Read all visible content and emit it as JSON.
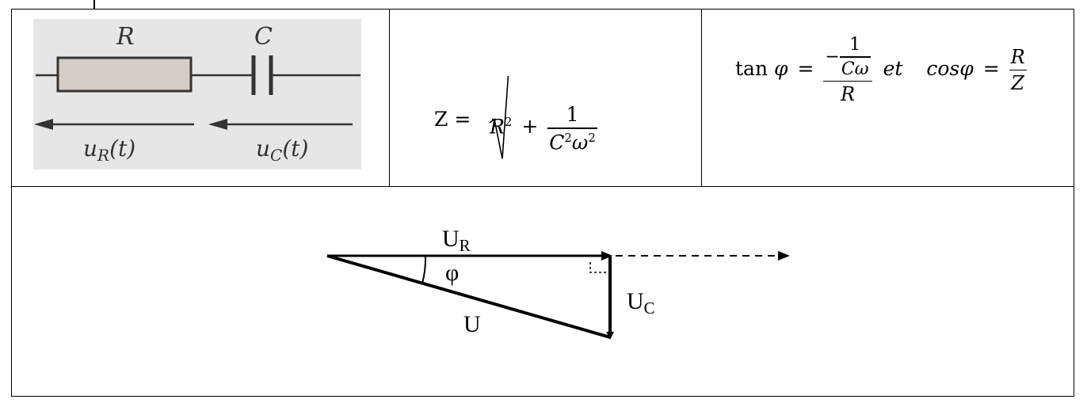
{
  "circuit": {
    "resistor_label": "R",
    "capacitor_label": "C",
    "voltage_r": "u",
    "voltage_r_sub": "R",
    "voltage_r_arg": "(t)",
    "voltage_c": "u",
    "voltage_c_sub": "C",
    "voltage_c_arg": "(t)",
    "colors": {
      "background": "#e6e6e6",
      "resistor_fill": "#d3cdc8"
    }
  },
  "impedance": {
    "lhs": "Z =",
    "r_term": "R",
    "r_exp": "2",
    "plus": "+",
    "numerator": "1",
    "den_c": "C",
    "den_c_exp": "2",
    "den_w": "ω",
    "den_w_exp": "2"
  },
  "phase": {
    "tan": "tan",
    "phi": "φ",
    "equals": "=",
    "minus": "−",
    "inner_num": "1",
    "inner_den": "Cω",
    "outer_den": "R",
    "et": "et",
    "cos": "cosφ",
    "equals2": "=",
    "cos_num": "R",
    "cos_den": "Z"
  },
  "phasor": {
    "ur_label": "U",
    "ur_sub": "R",
    "uc_label": "U",
    "uc_sub": "C",
    "u_label": "U",
    "angle_label": "φ"
  }
}
